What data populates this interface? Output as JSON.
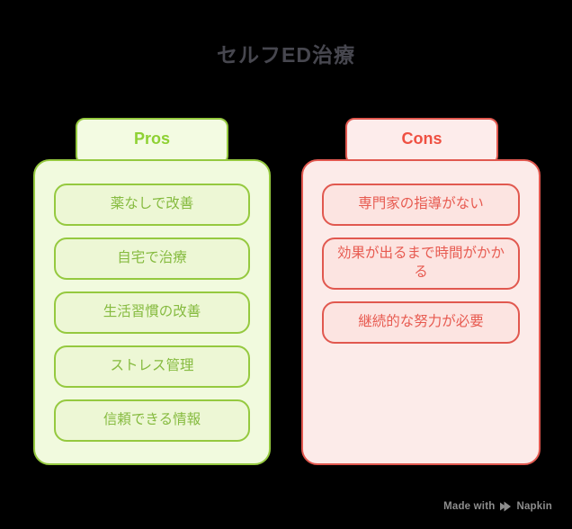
{
  "title": "セルフED治療",
  "columns": [
    {
      "id": "pros",
      "header": "Pros",
      "items": [
        "薬なしで改善",
        "自宅で治療",
        "生活習慣の改善",
        "ストレス管理",
        "信頼できる情報"
      ],
      "colors": {
        "border": "#95c93f",
        "header_text": "#8ed133",
        "item_text": "#86bb40",
        "card_background": "#f1fade",
        "tab_background": "#f3fbe2",
        "item_background": "#edf7d5"
      }
    },
    {
      "id": "cons",
      "header": "Cons",
      "items": [
        "専門家の指導がない",
        "効果が出るまで時間がかかる",
        "継続的な努力が必要"
      ],
      "colors": {
        "border": "#e1584f",
        "header_text": "#ef5042",
        "item_text": "#e75a50",
        "card_background": "#fcebe9",
        "tab_background": "#fdeceb",
        "item_background": "#fce4e1"
      }
    }
  ],
  "watermark": {
    "prefix": "Made with",
    "brand": "Napkin",
    "logo_icon": "napkin-logo-icon"
  },
  "background_color": "#000000",
  "title_color": "#47474f"
}
